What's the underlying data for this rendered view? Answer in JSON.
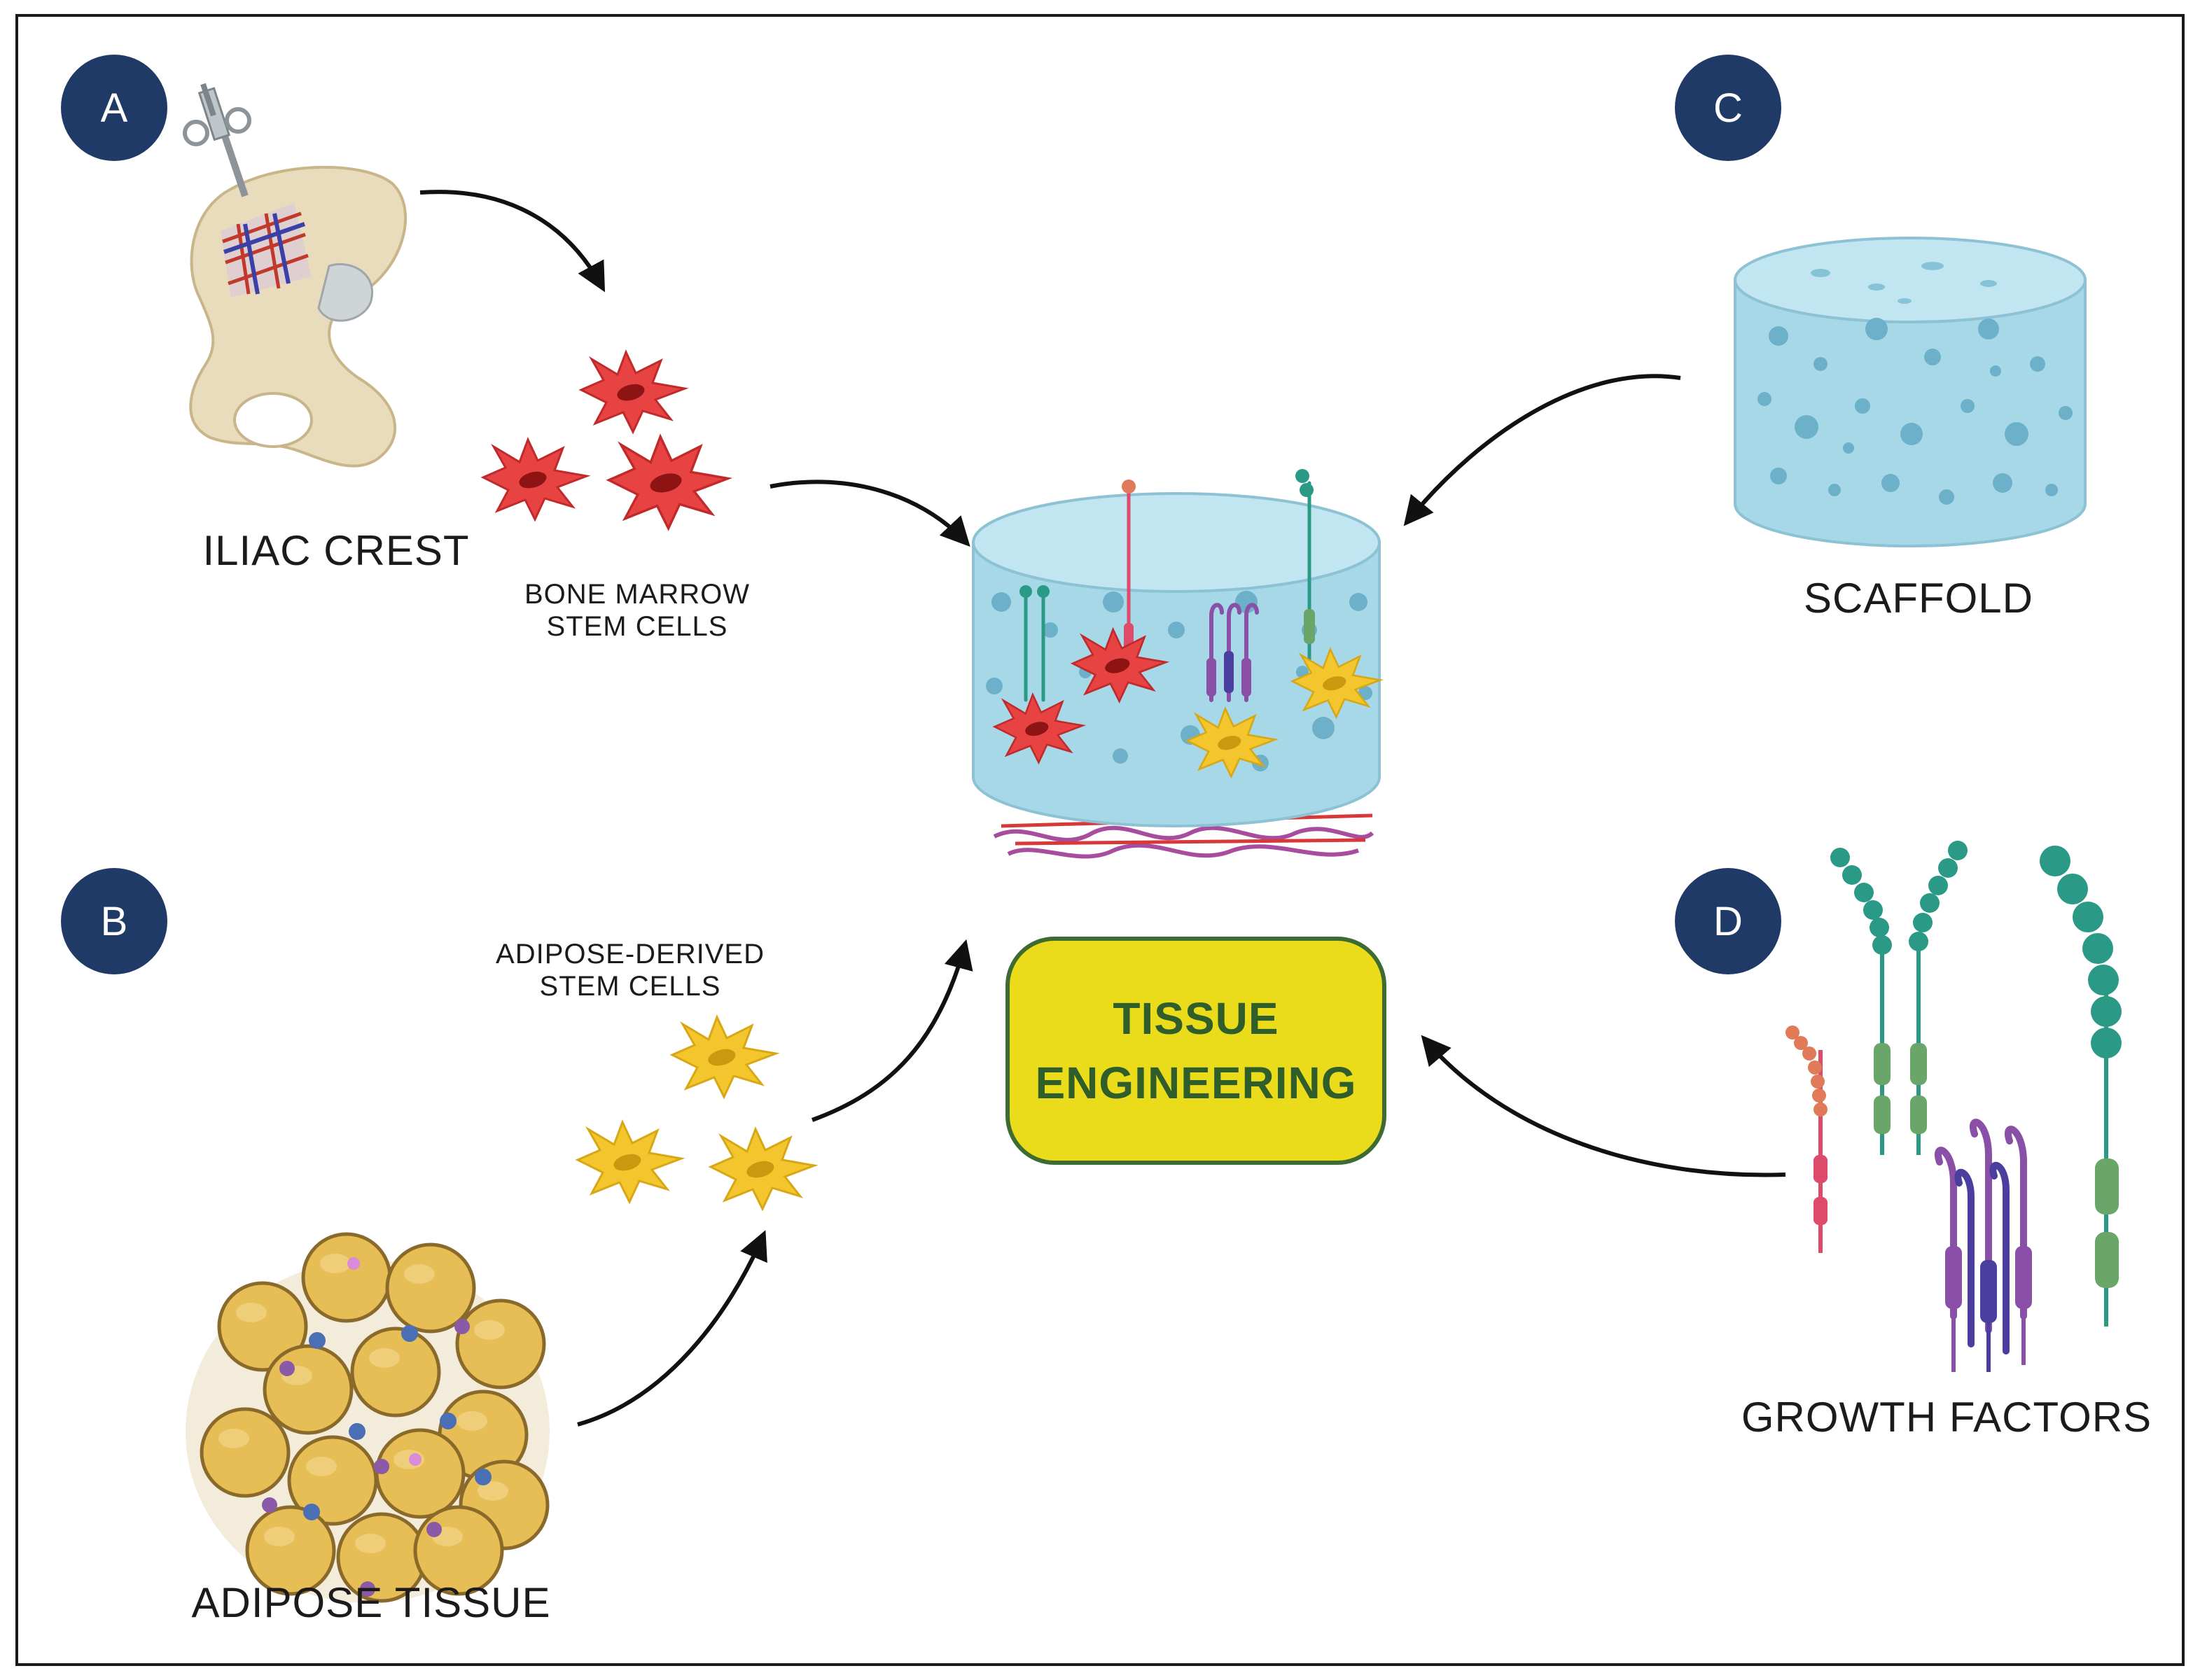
{
  "badges": {
    "a": "A",
    "b": "B",
    "c": "C",
    "d": "D"
  },
  "labels": {
    "iliac_crest": "ILIAC CREST",
    "bm_line1": "BONE MARROW",
    "bm_line2": "STEM CELLS",
    "adipose_line1": "ADIPOSE-DERIVED",
    "adipose_line2": "STEM CELLS",
    "adipose_tissue": "ADIPOSE TISSUE",
    "scaffold": "SCAFFOLD",
    "growth_factors": "GROWTH FACTORS"
  },
  "center": {
    "line1": "TISSUE",
    "line2": "ENGINEERING"
  },
  "icons": [
    "pelvis-bone-icon",
    "syringe-icon",
    "stem-cell-icon",
    "adipose-tissue-icon",
    "scaffold-icon",
    "growth-factor-icon",
    "arrow-icon"
  ],
  "colors": {
    "badge": "#1f3a66",
    "center_fill": "#eadc1b",
    "center_border": "#3d6b31",
    "center_text": "#2f5e2a",
    "bone": "#e9dcbc",
    "bm_cell": "#e84343",
    "adipose_cell": "#f0c52e",
    "scaffold": "#a7d8e8",
    "growth_teal": "#2a9a86",
    "growth_purple": "#8a4fa6",
    "growth_red": "#dd4a6a"
  }
}
